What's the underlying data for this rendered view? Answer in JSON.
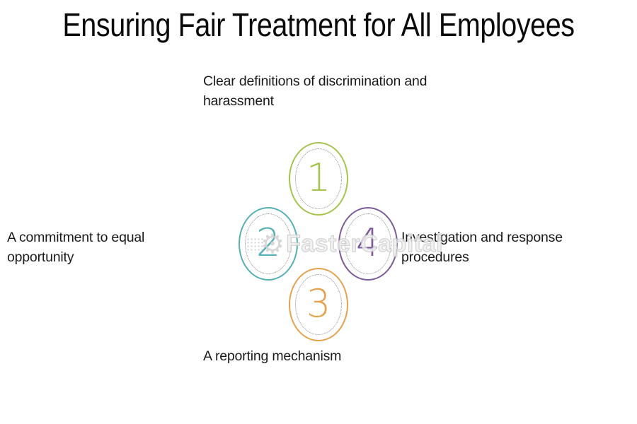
{
  "title": "Ensuring Fair Treatment for All Employees",
  "watermark": {
    "text": "FasterCapital",
    "gear_icon": "gear",
    "color": "#cccccc"
  },
  "diagram": {
    "type": "cycle-steps",
    "dotted_ring_color": "#8a8a8a",
    "items": [
      {
        "number": "1",
        "position": "top",
        "label": "Clear definitions of discrimination and harassment",
        "color": "#a6c34f"
      },
      {
        "number": "2",
        "position": "left",
        "label": "A commitment to equal opportunity",
        "color": "#55b0b4"
      },
      {
        "number": "3",
        "position": "bottom",
        "label": "A reporting mechanism",
        "color": "#e3a24f"
      },
      {
        "number": "4",
        "position": "right",
        "label": "Investigation and response procedures",
        "color": "#7b5a99"
      }
    ]
  }
}
